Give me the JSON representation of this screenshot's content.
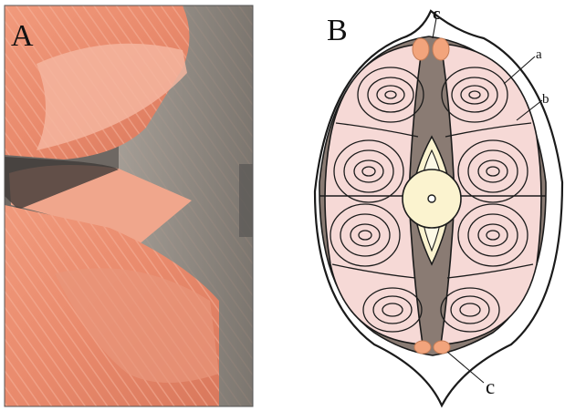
{
  "panels": [
    {
      "letter": "A"
    },
    {
      "letter": "B"
    }
  ],
  "labels": {
    "a": "a",
    "b": "b",
    "c_top": "c",
    "c_bottom": "c"
  },
  "colors": {
    "muscle_pink": "#f6d9d6",
    "skin_dark": "#8a7b73",
    "fat_orange": "#f2a47c",
    "vertebra_cream": "#fbf3cf",
    "outline": "#1b1b1b",
    "photo_flesh": "#e88e72",
    "photo_skin": "#8f8a84"
  }
}
